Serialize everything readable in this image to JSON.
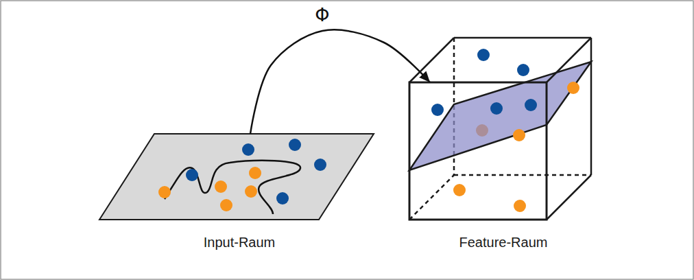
{
  "diagram": {
    "nodes": [
      {
        "text": [
          "Input-Raum"
        ]
      },
      {
        "text": [
          "Feature-Raum"
        ]
      }
    ],
    "edges": [
      {
        "from": 0,
        "to": 1,
        "arrow": "to",
        "label": "Φ"
      }
    ]
  }
}
